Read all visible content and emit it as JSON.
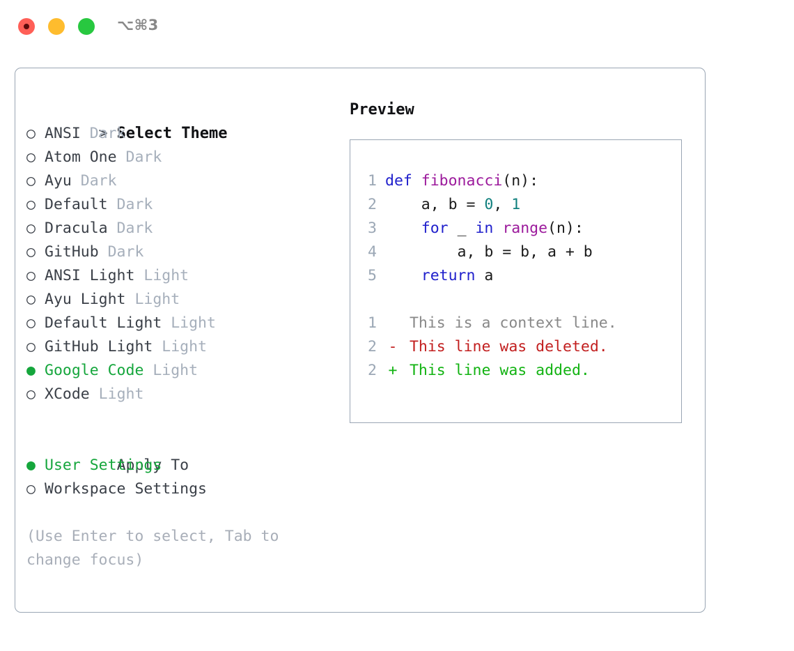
{
  "window": {
    "shortcut_label": "⌥⌘3",
    "dots": [
      {
        "name": "close",
        "color": "#FF5F57"
      },
      {
        "name": "minimize",
        "color": "#FEBC2E"
      },
      {
        "name": "maximize",
        "color": "#28C840"
      }
    ]
  },
  "theme_picker": {
    "prompt_prefix": ">",
    "heading": "Select Theme",
    "selected_marker": "●",
    "unselected_marker": "○",
    "accent_color": "#15A63C",
    "items": [
      {
        "label": "ANSI",
        "variant": "Dark",
        "selected": false
      },
      {
        "label": "Atom One",
        "variant": "Dark",
        "selected": false
      },
      {
        "label": "Ayu",
        "variant": "Dark",
        "selected": false
      },
      {
        "label": "Default",
        "variant": "Dark",
        "selected": false
      },
      {
        "label": "Dracula",
        "variant": "Dark",
        "selected": false
      },
      {
        "label": "GitHub",
        "variant": "Dark",
        "selected": false
      },
      {
        "label": "ANSI Light",
        "variant": "Light",
        "selected": false
      },
      {
        "label": "Ayu Light",
        "variant": "Light",
        "selected": false
      },
      {
        "label": "Default Light",
        "variant": "Light",
        "selected": false
      },
      {
        "label": "GitHub Light",
        "variant": "Light",
        "selected": false
      },
      {
        "label": "Google Code",
        "variant": "Light",
        "selected": true
      },
      {
        "label": "XCode",
        "variant": "Light",
        "selected": false
      }
    ]
  },
  "apply_to": {
    "heading": "Apply To",
    "options": [
      {
        "label": "User Settings",
        "selected": true
      },
      {
        "label": "Workspace Settings",
        "selected": false
      }
    ]
  },
  "hint": "(Use Enter to select, Tab to change focus)",
  "preview": {
    "title": "Preview",
    "code_lines": [
      {
        "n": "1",
        "tokens": [
          {
            "t": "def ",
            "c": "kw"
          },
          {
            "t": "fibonacci",
            "c": "fn"
          },
          {
            "t": "(n):",
            "c": "pl"
          }
        ]
      },
      {
        "n": "2",
        "tokens": [
          {
            "t": "    a, b = ",
            "c": "pl"
          },
          {
            "t": "0",
            "c": "num"
          },
          {
            "t": ", ",
            "c": "pl"
          },
          {
            "t": "1",
            "c": "num"
          }
        ]
      },
      {
        "n": "3",
        "tokens": [
          {
            "t": "    ",
            "c": "pl"
          },
          {
            "t": "for",
            "c": "kw"
          },
          {
            "t": " _ ",
            "c": "pl"
          },
          {
            "t": "in",
            "c": "kw"
          },
          {
            "t": " ",
            "c": "pl"
          },
          {
            "t": "range",
            "c": "fn"
          },
          {
            "t": "(n):",
            "c": "pl"
          }
        ]
      },
      {
        "n": "4",
        "tokens": [
          {
            "t": "        a, b = b, a + b",
            "c": "pl"
          }
        ]
      },
      {
        "n": "5",
        "tokens": [
          {
            "t": "    ",
            "c": "pl"
          },
          {
            "t": "return",
            "c": "kw"
          },
          {
            "t": " a",
            "c": "pl"
          }
        ]
      }
    ],
    "diff_lines": [
      {
        "n": "1",
        "sign": " ",
        "text": "This is a context line.",
        "kind": "ctx"
      },
      {
        "n": "2",
        "sign": "-",
        "text": "This line was deleted.",
        "kind": "del"
      },
      {
        "n": "2",
        "sign": "+",
        "text": "This line was added.",
        "kind": "add"
      }
    ],
    "colors": {
      "keyword": "#2020CC",
      "function": "#9C1A9C",
      "number": "#11807E",
      "plain": "#1A1A1A",
      "linenumber": "#9BA7B5",
      "context": "#888888",
      "deleted": "#C21F1F",
      "added": "#12B312"
    }
  }
}
